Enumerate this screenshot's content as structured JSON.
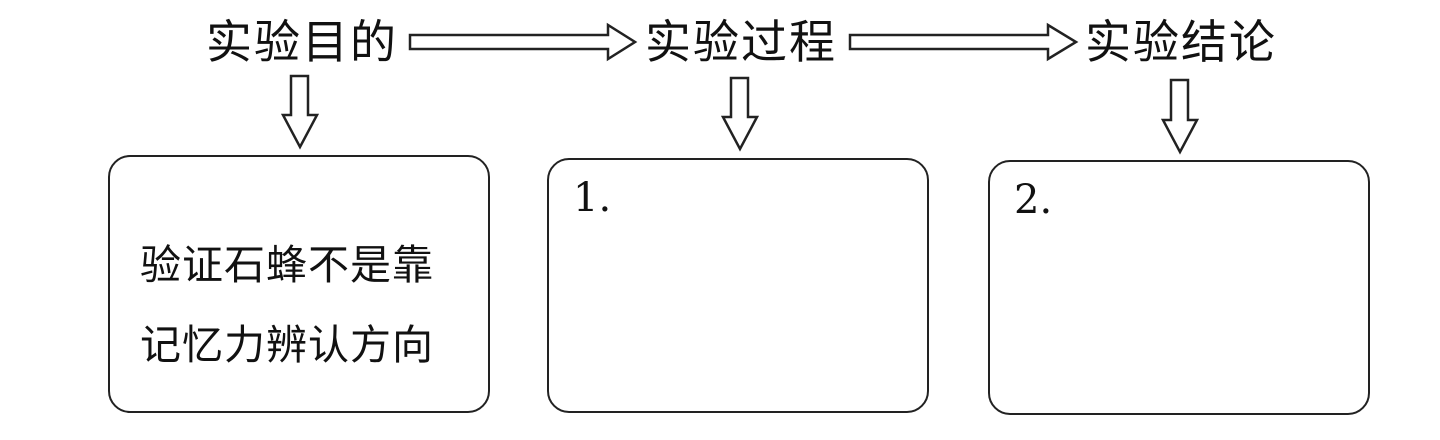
{
  "stages": [
    {
      "title": "实验目的"
    },
    {
      "title": "实验过程"
    },
    {
      "title": "实验结论"
    }
  ],
  "boxes": [
    {
      "lines": [
        "验证石蜂不是靠",
        "记忆力辨认方向"
      ]
    },
    {
      "number": "1."
    },
    {
      "number": "2."
    }
  ]
}
